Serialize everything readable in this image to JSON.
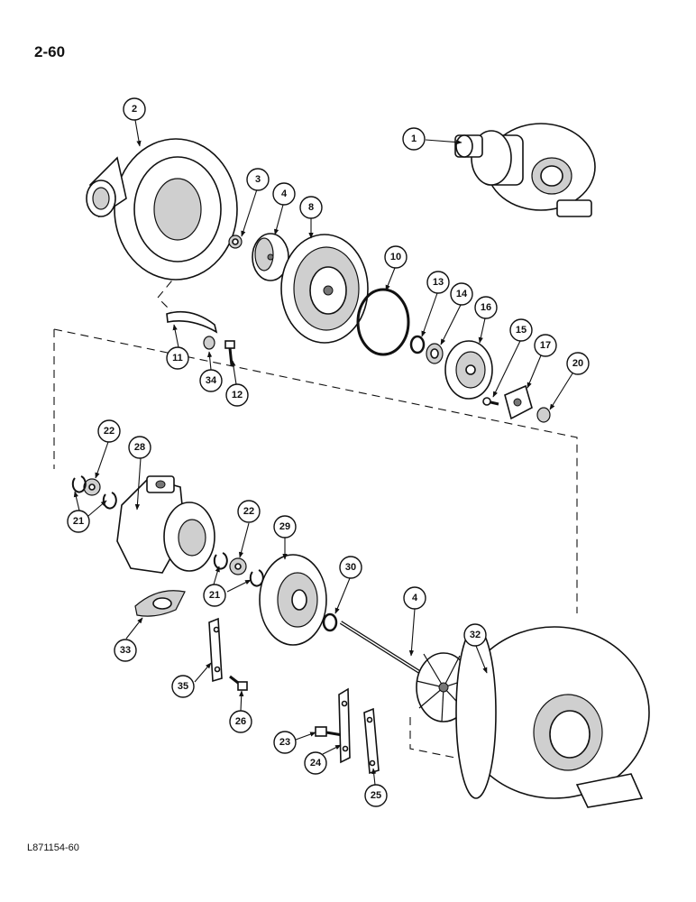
{
  "page_number": "2-60",
  "doc_code": "L871154-60",
  "callouts": [
    "1",
    "2",
    "3",
    "4",
    "8",
    "10",
    "13",
    "14",
    "16",
    "15",
    "17",
    "20",
    "11",
    "34",
    "12",
    "22",
    "28",
    "21",
    "22",
    "29",
    "30",
    "4",
    "32",
    "21",
    "33",
    "35",
    "26",
    "23",
    "24",
    "25"
  ]
}
